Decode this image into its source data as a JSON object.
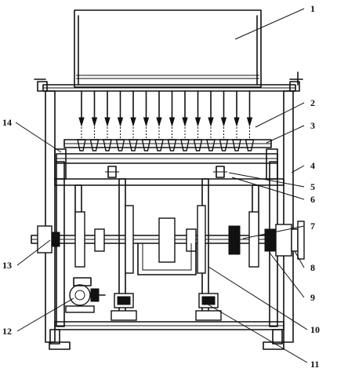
{
  "figure": {
    "callouts": [
      {
        "id": "1",
        "text": "1"
      },
      {
        "id": "2",
        "text": "2"
      },
      {
        "id": "3",
        "text": "3"
      },
      {
        "id": "4",
        "text": "4"
      },
      {
        "id": "5",
        "text": "5"
      },
      {
        "id": "6",
        "text": "6"
      },
      {
        "id": "7",
        "text": "7"
      },
      {
        "id": "8",
        "text": "8"
      },
      {
        "id": "9",
        "text": "9"
      },
      {
        "id": "10",
        "text": "10"
      },
      {
        "id": "11",
        "text": "11"
      },
      {
        "id": "12",
        "text": "12"
      },
      {
        "id": "13",
        "text": "13"
      },
      {
        "id": "14",
        "text": "14"
      }
    ]
  }
}
